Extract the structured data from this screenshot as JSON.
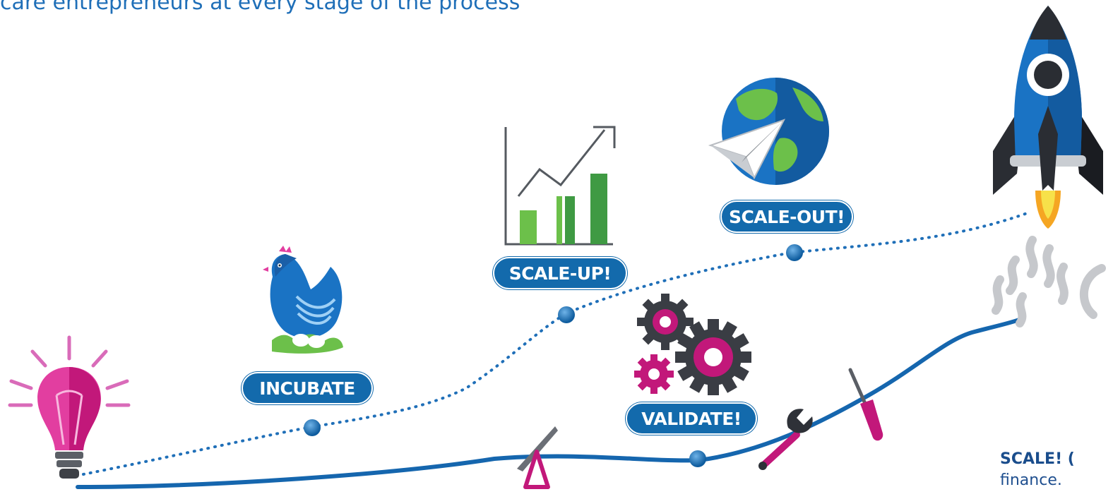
{
  "heading": "care entrepreneurs at every stage of the process",
  "stages": {
    "incubate": "INCUBATE",
    "scale_up": "SCALE-UP!",
    "scale_out": "SCALE-OUT!",
    "validate": "VALIDATE!"
  },
  "corner": {
    "title": "SCALE! (",
    "body": "finance."
  },
  "colors": {
    "brand_blue": "#136aac",
    "heading_blue": "#1f6fb8",
    "magenta": "#c2187a",
    "green": "#4aa843"
  }
}
